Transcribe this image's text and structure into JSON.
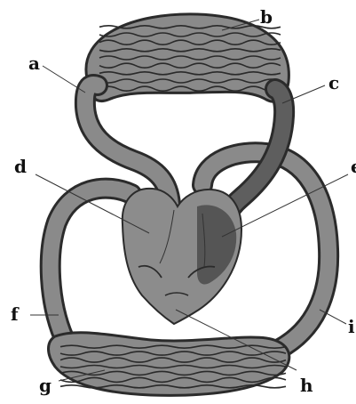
{
  "labels": {
    "a": "a",
    "b": "b",
    "c": "c",
    "d": "d",
    "e": "e",
    "f": "f",
    "g": "g",
    "h": "h",
    "i": "i"
  },
  "colors": {
    "vessel": "#8a8a8a",
    "vessel_dark": "#5e5e5e",
    "outline": "#2b2b2b",
    "heart_left": "#8c8c8c",
    "heart_right": "#555555",
    "background": "#ffffff"
  }
}
